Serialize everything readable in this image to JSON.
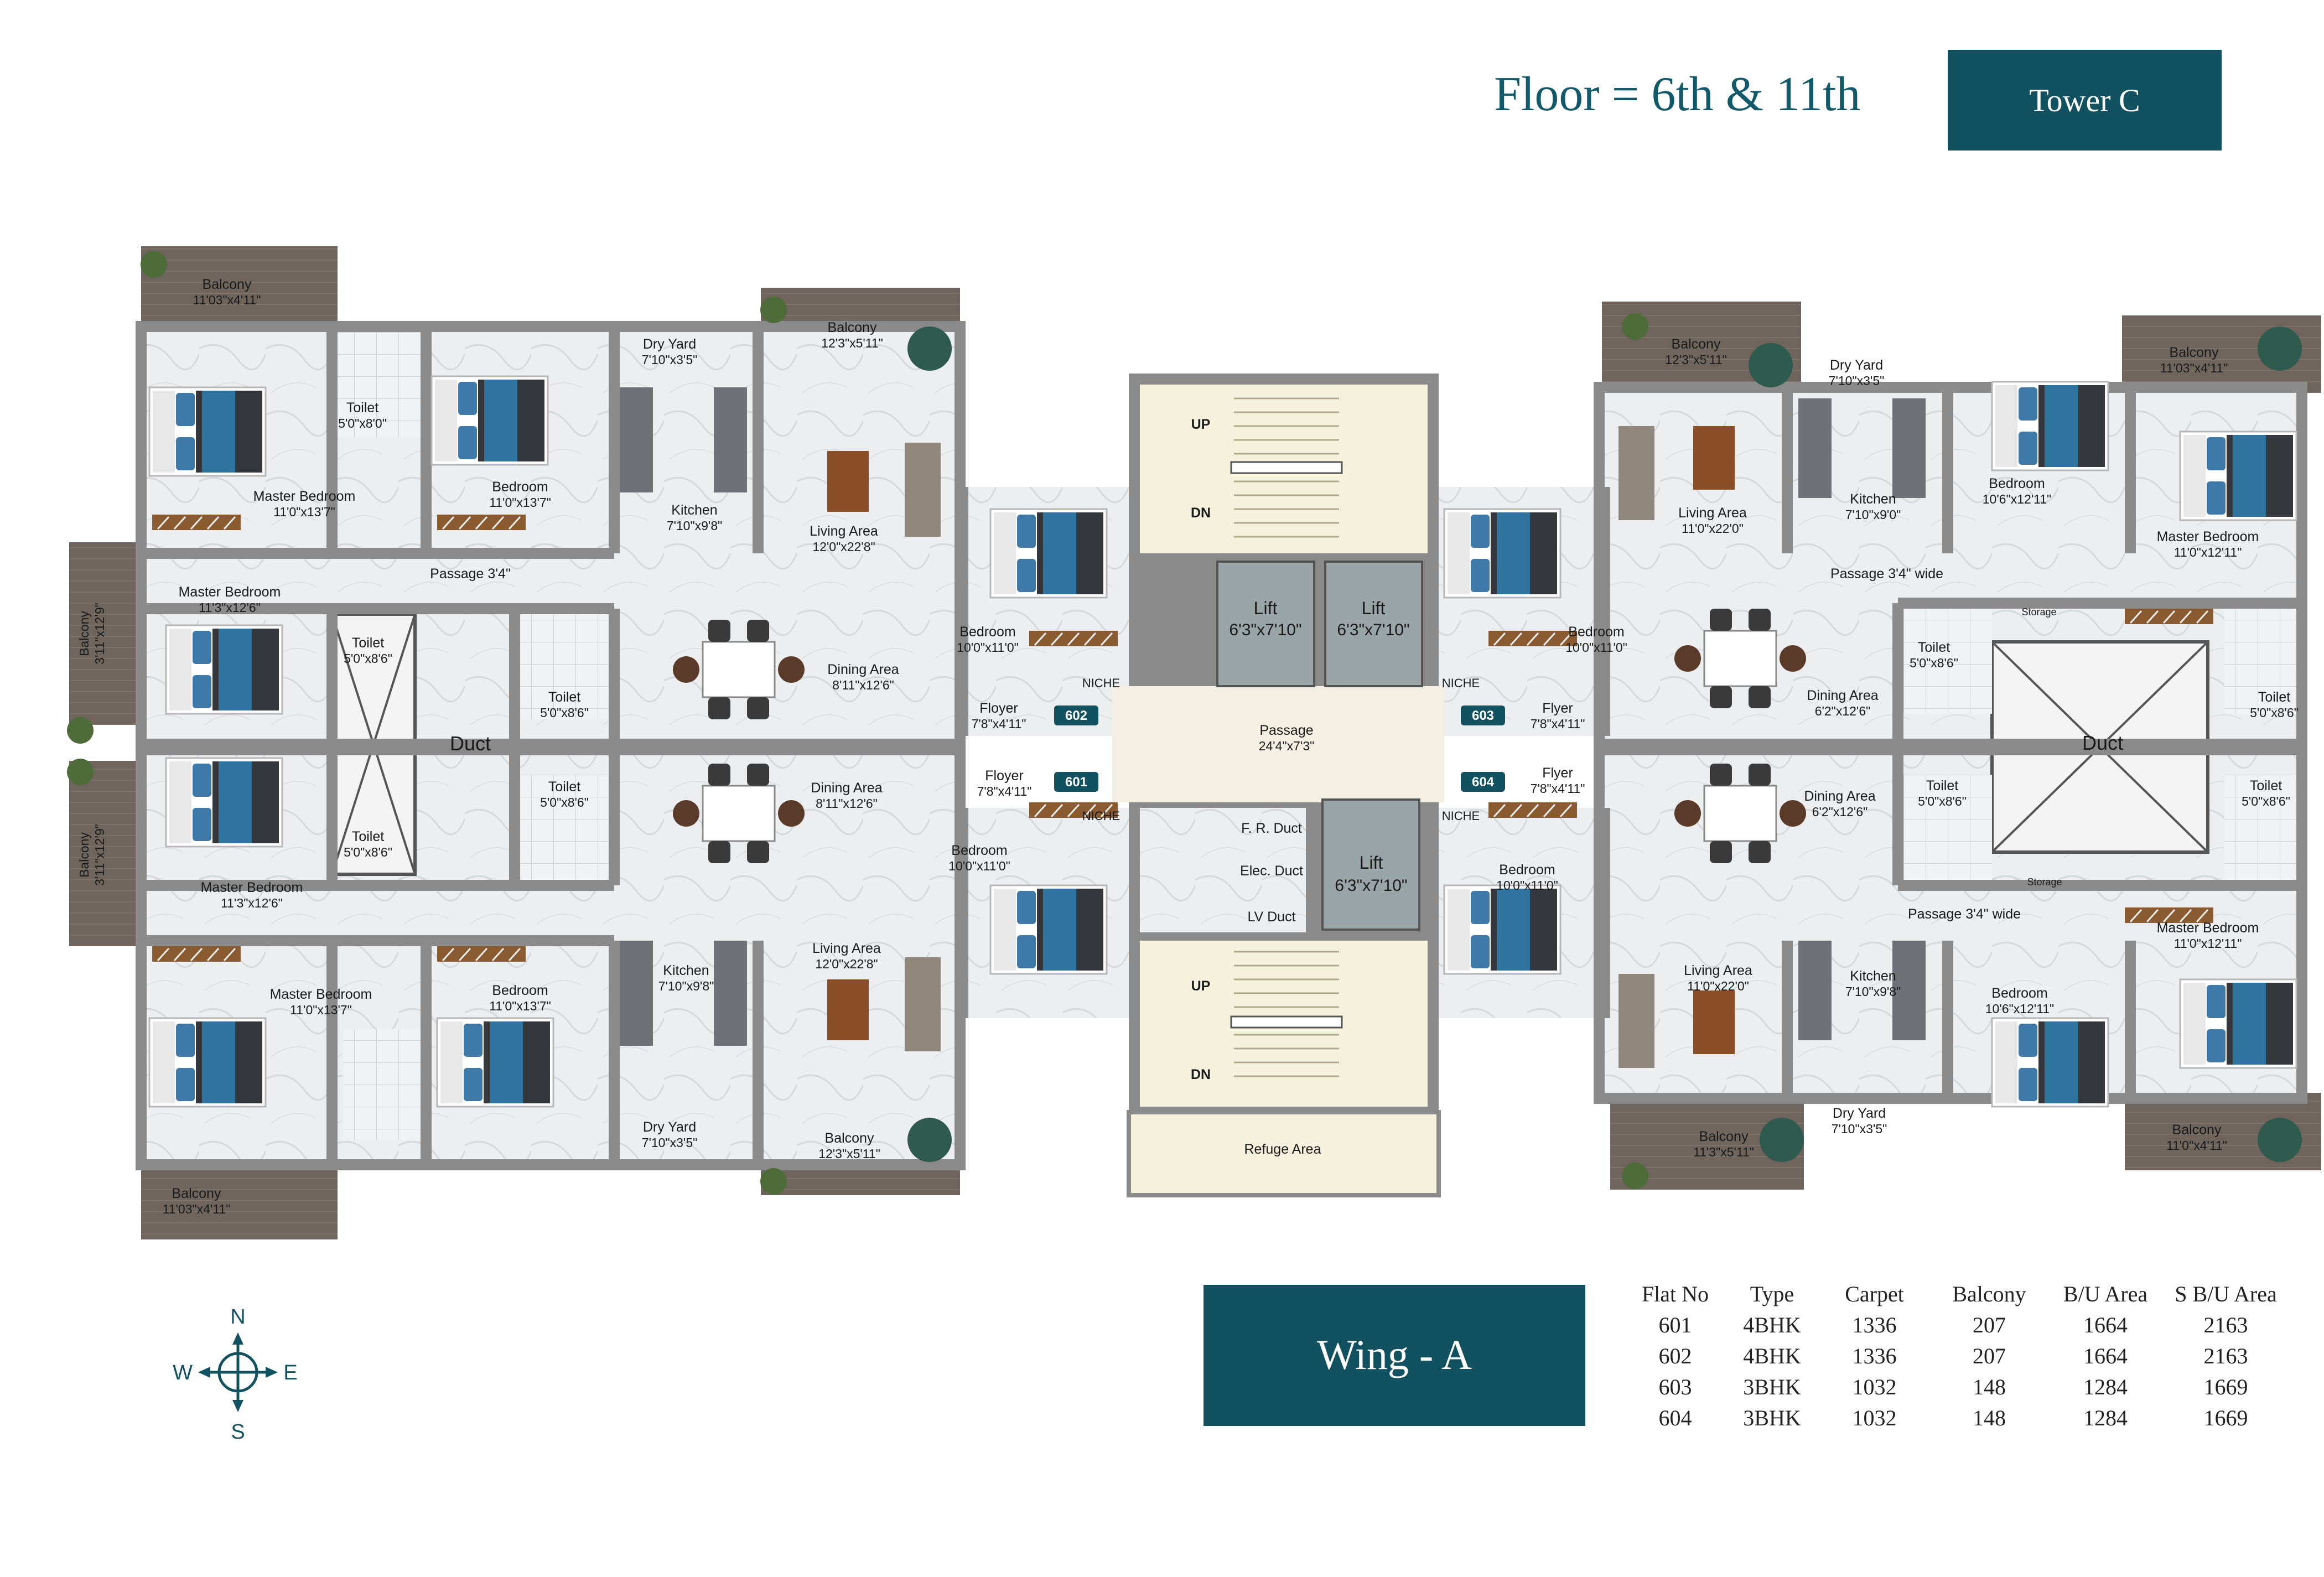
{
  "header": {
    "floor_title": "Floor = 6th & 11th",
    "tower_label": "Tower C"
  },
  "wing_label": "Wing - A",
  "colors": {
    "teal": "#12515f",
    "wall": "#8a8a8a",
    "floor": "#eceeef",
    "balcony": "#6f655c",
    "lift": "#9aa5a8",
    "stair": "#f6f1dc"
  },
  "rooms": {
    "left_top": {
      "balcony_a": {
        "name": "Balcony",
        "dim": "11'03\"x4'11\""
      },
      "toilet": {
        "name": "Toilet",
        "dim": "5'0\"x8'0\""
      },
      "master": {
        "name": "Master Bedroom",
        "dim": "11'0\"x13'7\""
      },
      "bedroom": {
        "name": "Bedroom",
        "dim": "11'0\"x13'7\""
      },
      "dry_yard": {
        "name": "Dry Yard",
        "dim": "7'10\"x3'5\""
      },
      "kitchen": {
        "name": "Kitchen",
        "dim": "7'10\"x9'8\""
      },
      "balcony_b": {
        "name": "Balcony",
        "dim": "12'3\"x5'11\""
      },
      "living": {
        "name": "Living Area",
        "dim": "12'0\"x22'8\""
      },
      "bedroom_mid": {
        "name": "Bedroom",
        "dim": "10'0\"x11'0\""
      },
      "passage": "Passage 3'4\"",
      "master2": {
        "name": "Master Bedroom",
        "dim": "11'3\"x12'6\""
      },
      "toilet2": {
        "name": "Toilet",
        "dim": "5'0\"x8'6\""
      },
      "toilet3": {
        "name": "Toilet",
        "dim": "5'0\"x8'6\""
      },
      "dining": {
        "name": "Dining Area",
        "dim": "8'11\"x12'6\""
      },
      "foyer": {
        "name": "Floyer",
        "dim": "7'8\"x4'11\""
      },
      "balcony_side": {
        "name": "Balcony",
        "dim": "3'11\"x12'9\""
      }
    },
    "left_bottom": {
      "balcony_side": {
        "name": "Balcony",
        "dim": "3'11\"x12'9\""
      },
      "master2": {
        "name": "Master Bedroom",
        "dim": "11'3\"x12'6\""
      },
      "toilet2": {
        "name": "Toilet",
        "dim": "5'0\"x8'6\""
      },
      "toilet3": {
        "name": "Toilet",
        "dim": "5'0\"x8'6\""
      },
      "dining": {
        "name": "Dining Area",
        "dim": "8'11\"x12'6\""
      },
      "foyer": {
        "name": "Floyer",
        "dim": "7'8\"x4'11\""
      },
      "bedroom_mid": {
        "name": "Bedroom",
        "dim": "10'0\"x11'0\""
      },
      "living": {
        "name": "Living Area",
        "dim": "12'0\"x22'8\""
      },
      "kitchen": {
        "name": "Kitchen",
        "dim": "7'10\"x9'8\""
      },
      "master": {
        "name": "Master Bedroom",
        "dim": "11'0\"x13'7\""
      },
      "bedroom": {
        "name": "Bedroom",
        "dim": "11'0\"x13'7\""
      },
      "dry_yard": {
        "name": "Dry Yard",
        "dim": "7'10\"x3'5\""
      },
      "balcony_b": {
        "name": "Balcony",
        "dim": "12'3\"x5'11\""
      },
      "balcony_a": {
        "name": "Balcony",
        "dim": "11'03\"x4'11\""
      }
    },
    "core": {
      "up_top": "UP",
      "dn_top": "DN",
      "lift1": {
        "name": "Lift",
        "dim": "6'3\"x7'10\""
      },
      "lift2": {
        "name": "Lift",
        "dim": "6'3\"x7'10\""
      },
      "lift3": {
        "name": "Lift",
        "dim": "6'3\"x7'10\""
      },
      "passage": {
        "name": "Passage",
        "dim": "24'4\"x7'3\""
      },
      "fr_duct": "F. R. Duct",
      "elec_duct": "Elec. Duct",
      "lv_duct": "LV Duct",
      "up_bot": "UP",
      "dn_bot": "DN",
      "refuge": "Refuge Area",
      "niche": "NICHE",
      "duct": "Duct"
    },
    "right_top": {
      "balcony_a": {
        "name": "Balcony",
        "dim": "12'3\"x5'11\""
      },
      "dry_yard": {
        "name": "Dry Yard",
        "dim": "7'10\"x3'5\""
      },
      "balcony_b": {
        "name": "Balcony",
        "dim": "11'03\"x4'11\""
      },
      "living": {
        "name": "Living Area",
        "dim": "11'0\"x22'0\""
      },
      "kitchen": {
        "name": "Kitchen",
        "dim": "7'10\"x9'0\""
      },
      "bedroom": {
        "name": "Bedroom",
        "dim": "10'6\"x12'11\""
      },
      "master": {
        "name": "Master Bedroom",
        "dim": "11'0\"x12'11\""
      },
      "passage": "Passage 3'4\" wide",
      "bedroom_mid": {
        "name": "Bedroom",
        "dim": "10'0\"x11'0\""
      },
      "storage": "Storage",
      "toilet": {
        "name": "Toilet",
        "dim": "5'0\"x8'6\""
      },
      "toilet2": {
        "name": "Toilet",
        "dim": "5'0\"x8'6\""
      },
      "dining": {
        "name": "Dining Area",
        "dim": "6'2\"x12'6\""
      },
      "foyer": {
        "name": "Flyer",
        "dim": "7'8\"x4'11\""
      }
    },
    "right_bottom": {
      "foyer": {
        "name": "Flyer",
        "dim": "7'8\"x4'11\""
      },
      "dining": {
        "name": "Dining Area",
        "dim": "6'2\"x12'6\""
      },
      "toilet": {
        "name": "Toilet",
        "dim": "5'0\"x8'6\""
      },
      "toilet2": {
        "name": "Toilet",
        "dim": "5'0\"x8'6\""
      },
      "bedroom_mid": {
        "name": "Bedroom",
        "dim": "10'0\"x11'0\""
      },
      "storage": "Storage",
      "passage": "Passage 3'4\" wide",
      "master": {
        "name": "Master Bedroom",
        "dim": "11'0\"x12'11\""
      },
      "living": {
        "name": "Living Area",
        "dim": "11'0\"x22'0\""
      },
      "kitchen": {
        "name": "Kitchen",
        "dim": "7'10\"x9'8\""
      },
      "bedroom": {
        "name": "Bedroom",
        "dim": "10'6\"x12'11\""
      },
      "balcony_a": {
        "name": "Balcony",
        "dim": "11'3\"x5'11\""
      },
      "dry_yard": {
        "name": "Dry Yard",
        "dim": "7'10\"x3'5\""
      },
      "balcony_b": {
        "name": "Balcony",
        "dim": "11'0\"x4'11\""
      }
    }
  },
  "flat_tags": [
    "602",
    "601",
    "603",
    "604"
  ],
  "table": {
    "headers": [
      "Flat No",
      "Type",
      "Carpet",
      "Balcony",
      "B/U Area",
      "S B/U Area"
    ],
    "rows": [
      [
        "601",
        "4BHK",
        "1336",
        "207",
        "1664",
        "2163"
      ],
      [
        "602",
        "4BHK",
        "1336",
        "207",
        "1664",
        "2163"
      ],
      [
        "603",
        "3BHK",
        "1032",
        "148",
        "1284",
        "1669"
      ],
      [
        "604",
        "3BHK",
        "1032",
        "148",
        "1284",
        "1669"
      ]
    ]
  },
  "compass": {
    "n": "N",
    "s": "S",
    "e": "E",
    "w": "W",
    "icon": "compass-icon"
  }
}
